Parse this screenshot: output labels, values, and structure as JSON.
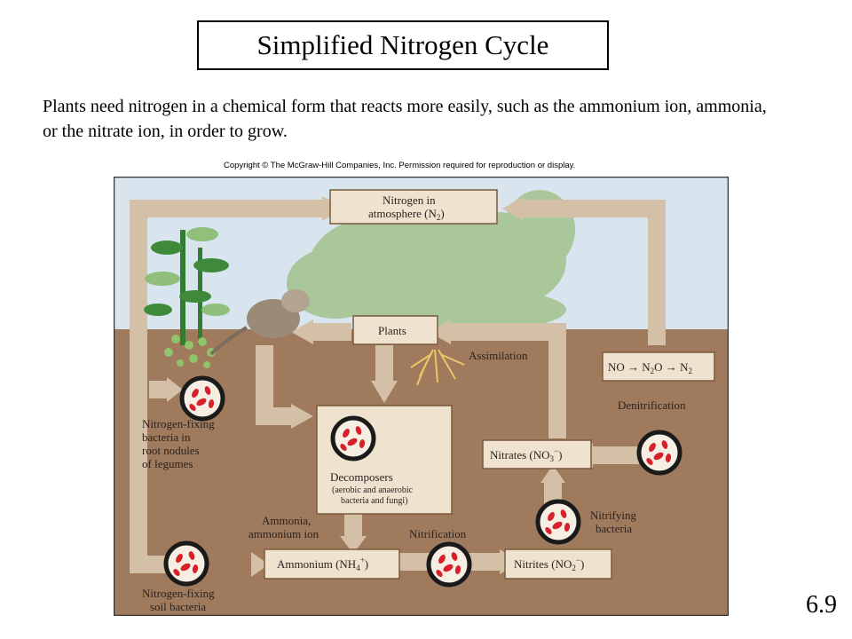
{
  "slide": {
    "title": "Simplified  Nitrogen  Cycle",
    "intro": "Plants need nitrogen in a chemical form that reacts more easily, such as the ammonium ion, ammonia, or the nitrate ion, in order to grow.",
    "copyright": "Copyright © The McGraw-Hill Companies, Inc. Permission required for reproduction or display.",
    "page_number": "6.9"
  },
  "diagram": {
    "atmosphere_line1": "Nitrogen in",
    "atmosphere_line2": "atmosphere (N",
    "atmosphere_sub": "2",
    "atmosphere_close": ")",
    "plants": "Plants",
    "assimilation": "Assimilation",
    "denitrification_no": "NO",
    "denitrification_n2o_n": "N",
    "denitrification_n2o_sub": "2",
    "denitrification_n2o_o": "O",
    "denitrification_n2": "N",
    "denitrification_n2_sub": "2",
    "denitrification": "Denitrification",
    "legume_bacteria": [
      "Nitrogen-fixing",
      "bacteria in",
      "root nodules",
      "of legumes"
    ],
    "decomposers": "Decomposers",
    "decomposers_detail": [
      "(aerobic and anaerobic",
      "bacteria and fungi)"
    ],
    "nitrates": "Nitrates (NO",
    "nitrates_sub": "3",
    "nitrates_sup": "−",
    "nitrates_close": ")",
    "ammonia_label": [
      "Ammonia,",
      "ammonium ion"
    ],
    "ammonium": "Ammonium (NH",
    "ammonium_sub": "4",
    "ammonium_sup": "+",
    "ammonium_close": ")",
    "nitrification": "Nitrification",
    "nitrites": "Nitrites (NO",
    "nitrites_sub": "2",
    "nitrites_sup": "−",
    "nitrites_close": ")",
    "nitrifying_bacteria": [
      "Nitrifying",
      "bacteria"
    ],
    "soil_bacteria": [
      "Nitrogen-fixing",
      "soil bacteria"
    ]
  },
  "colors": {
    "sky": "#d8e4ee",
    "soil": "#a07a5c",
    "arrow": "#d3c0a6",
    "box": "#efe3cf",
    "box_border": "#7a5a3c",
    "foliage_light": "#a9c79a",
    "foliage_dark": "#3f8a3a",
    "bacteria": "#d6202a"
  }
}
